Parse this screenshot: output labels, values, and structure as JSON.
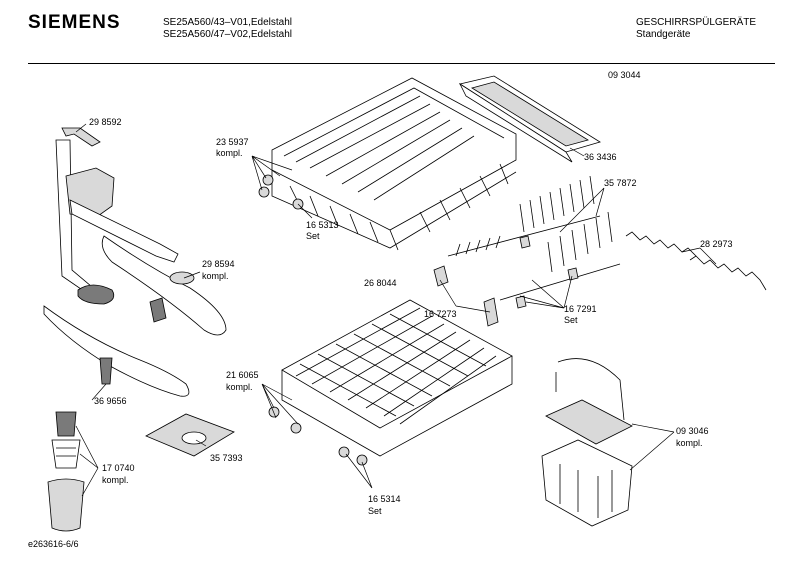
{
  "header": {
    "brand": "SIEMENS",
    "model_line_1": "SE25A560/43–V01,Edelstahl",
    "model_line_2": "SE25A560/47–V02,Edelstahl",
    "category": "GESCHIRRSPÜLGERÄTE",
    "subcategory": "Standgeräte"
  },
  "footer": {
    "doc_id": "e263616-6/6"
  },
  "labels": {
    "p093044": "09 3044",
    "p298592": "29 8592",
    "p235937_num": "23 5937",
    "p235937_sub": "kompl.",
    "p363436": "36 3436",
    "p357872": "35 7872",
    "p165313_num": "16 5313",
    "p165313_sub": "Set",
    "p282973": "28 2973",
    "p298594_num": "29 8594",
    "p298594_sub": "kompl.",
    "p268044": "26 8044",
    "p167273": "16 7273",
    "p167291_num": "16 7291",
    "p167291_sub": "Set",
    "p216065_num": "21 6065",
    "p216065_sub": "kompl.",
    "p369656": "36 9656",
    "p357393": "35 7393",
    "p093046_num": "09 3046",
    "p093046_sub": "kompl.",
    "p170740_num": "17 0740",
    "p170740_sub": "kompl.",
    "p165314_num": "16 5314",
    "p165314_sub": "Set"
  }
}
